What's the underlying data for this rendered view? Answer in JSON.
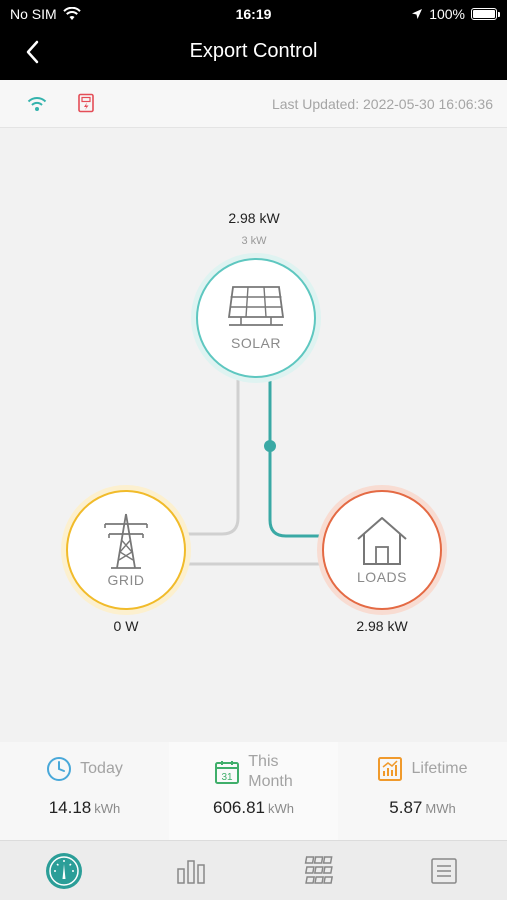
{
  "status_bar": {
    "carrier": "No SIM",
    "time": "16:19",
    "battery": "100%"
  },
  "nav": {
    "title": "Export Control"
  },
  "info": {
    "last_updated": "Last Updated: 2022-05-30 16:06:36"
  },
  "flow": {
    "solar": {
      "label": "SOLAR",
      "power": "2.98 kW",
      "capacity": "3 kW"
    },
    "grid": {
      "label": "GRID",
      "power": "0 W"
    },
    "loads": {
      "label": "LOADS",
      "power": "2.98 kW"
    }
  },
  "stats": [
    {
      "label": "Today",
      "value": "14.18",
      "unit": "kWh"
    },
    {
      "label_line1": "This",
      "label_line2": "Month",
      "value": "606.81",
      "unit": "kWh",
      "calendar_day": "31"
    },
    {
      "label": "Lifetime",
      "value": "5.87",
      "unit": "MWh"
    }
  ],
  "colors": {
    "solar": "#5ec7c0",
    "grid": "#f1bb2a",
    "loads": "#e46a44",
    "flow_active": "#3aa9a5",
    "flow_idle": "#d0d0d0"
  },
  "icons": {
    "wifi": "wifi-icon",
    "device": "inverter-icon",
    "tabs": [
      "dashboard-icon",
      "bar-chart-icon",
      "solar-panel-grid-icon",
      "list-icon"
    ]
  }
}
